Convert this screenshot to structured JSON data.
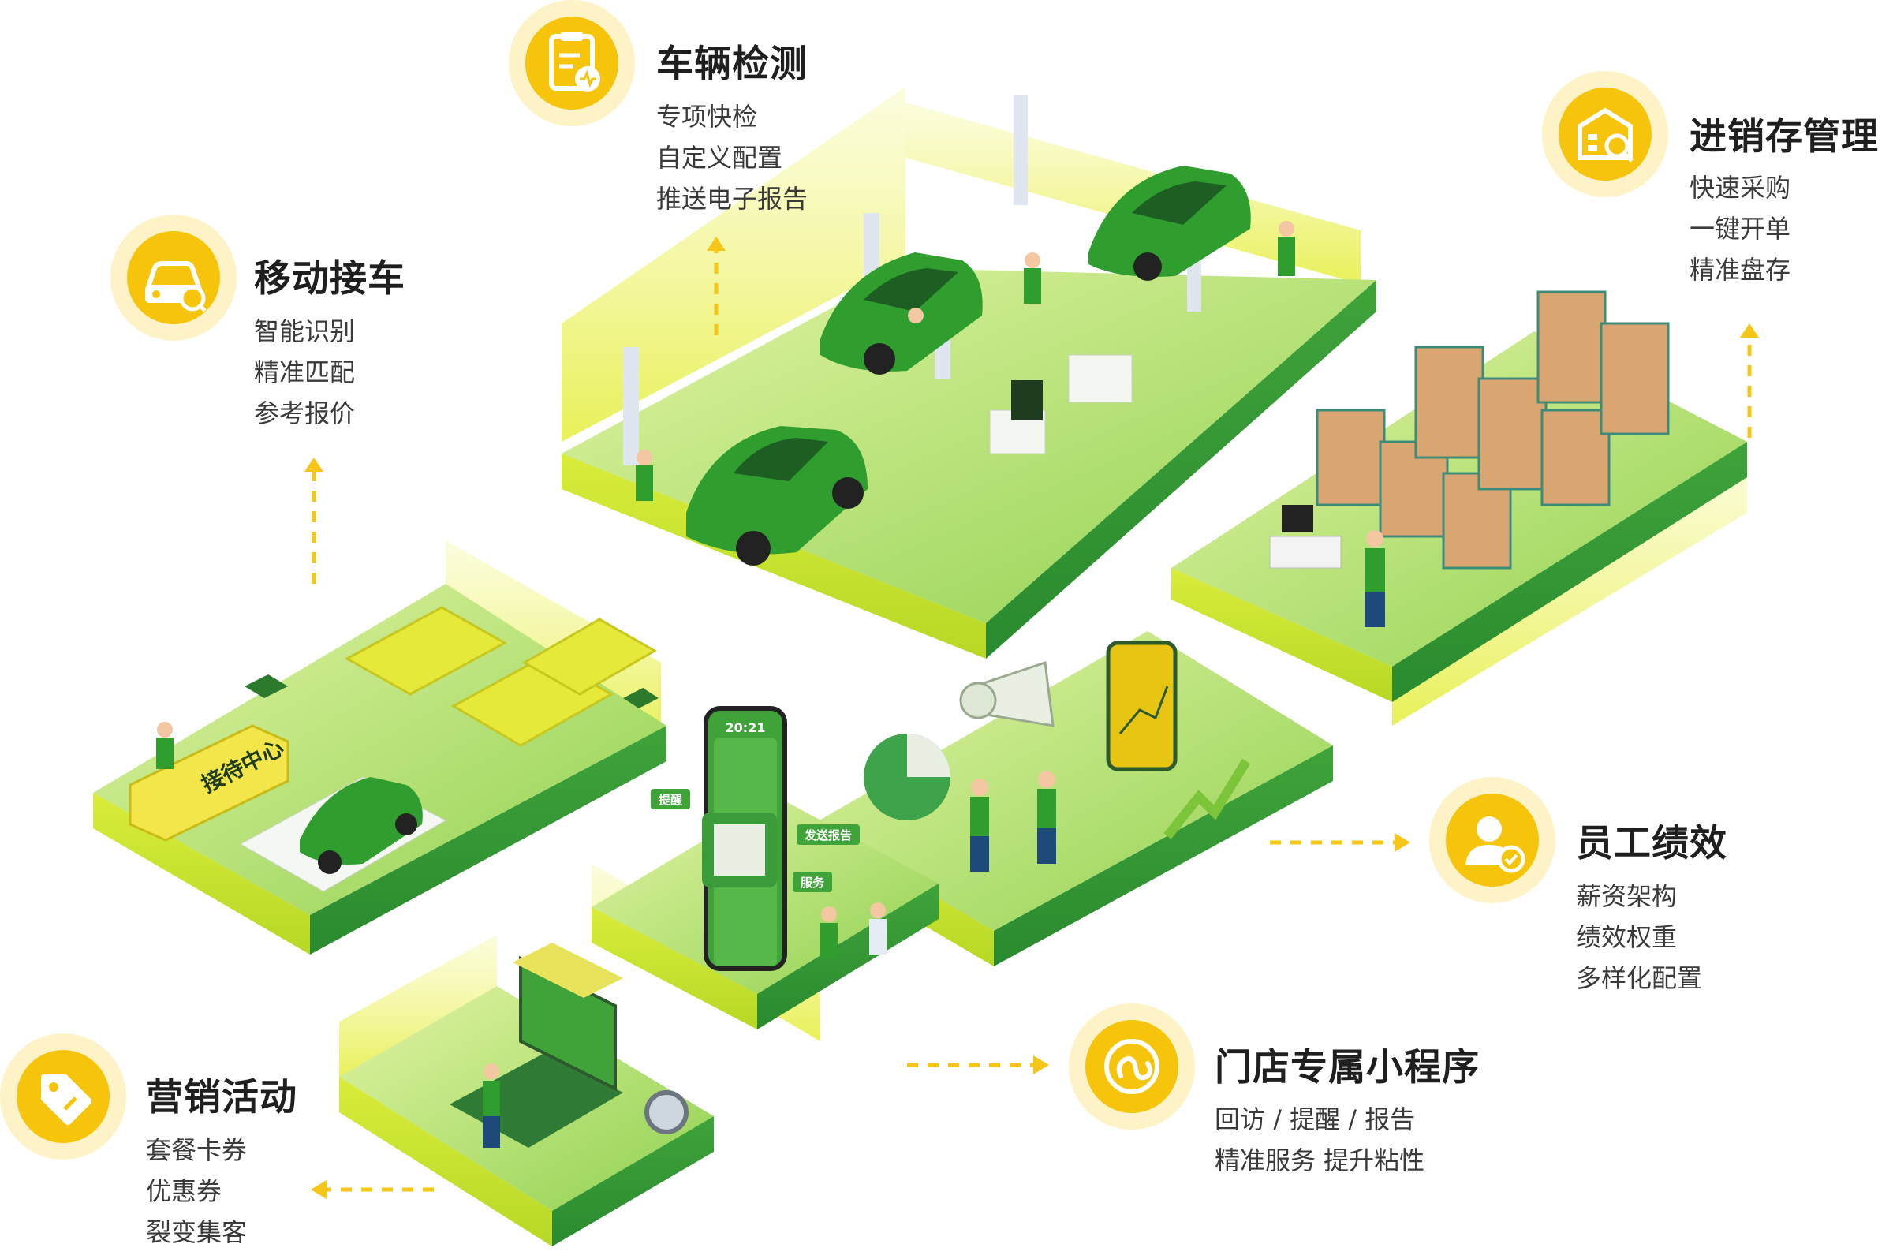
{
  "features": {
    "mobile_reception": {
      "title": "移动接车",
      "icon": "car-search-icon",
      "items": [
        "智能识别",
        "精准匹配",
        "参考报价"
      ]
    },
    "vehicle_inspection": {
      "title": "车辆检测",
      "icon": "clipboard-pulse-icon",
      "items": [
        "专项快检",
        "自定义配置",
        "推送电子报告"
      ]
    },
    "inventory": {
      "title": "进销存管理",
      "icon": "warehouse-search-icon",
      "items": [
        "快速采购",
        "一键开单",
        "精准盘存"
      ]
    },
    "staff_performance": {
      "title": "员工绩效",
      "icon": "employee-check-icon",
      "items": [
        "薪资架构",
        "绩效权重",
        "多样化配置"
      ]
    },
    "mini_program": {
      "title": "门店专属小程序",
      "icon": "mini-program-icon",
      "items": [
        "回访 / 提醒 / 报告",
        "精准服务 提升粘性"
      ]
    },
    "marketing": {
      "title": "营销活动",
      "icon": "tag-icon",
      "items": [
        "套餐卡券",
        "优惠券",
        "裂变集客"
      ]
    }
  },
  "scene_labels": {
    "reception_desk": "接待中心",
    "phone_time": "20:21",
    "send_report": "发送报告",
    "reminder": "提醒",
    "service": "服务"
  },
  "colors": {
    "accent_yellow": "#f7c40c",
    "badge_halo": "#fdf3c6",
    "floor_green": "#8fd14f",
    "floor_light": "#c6e97a",
    "car_green": "#2f9e2f",
    "arrow_yellow": "#f5c518"
  }
}
